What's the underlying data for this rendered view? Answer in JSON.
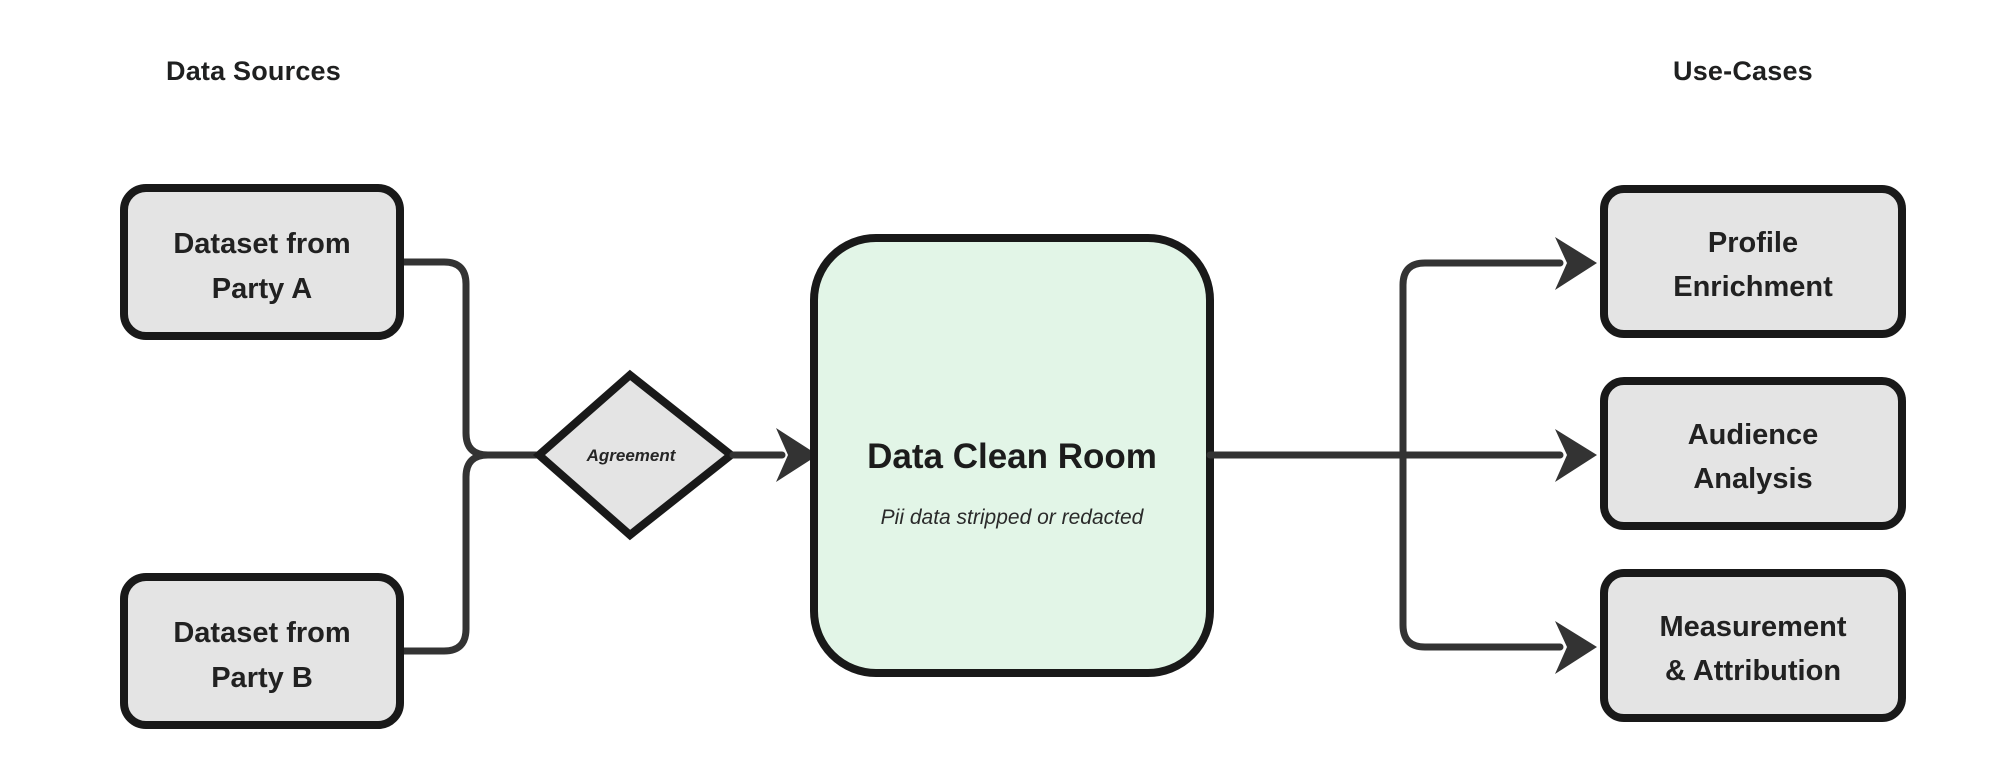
{
  "diagram": {
    "background_color": "#ffffff",
    "columns": [
      {
        "id": "data-sources",
        "label": "Data Sources"
      },
      {
        "id": "use-cases",
        "label": "Use-Cases"
      }
    ],
    "sources": [
      {
        "id": "party-a",
        "line1": "Dataset from",
        "line2": "Party A"
      },
      {
        "id": "party-b",
        "line1": "Dataset from",
        "line2": "Party B"
      }
    ],
    "gate": {
      "id": "agreement",
      "label": "Agreement"
    },
    "hub": {
      "id": "data-clean-room",
      "title": "Data Clean Room",
      "subtitle": "Pii data stripped or redacted",
      "fill_color": "#E2F5E7"
    },
    "use_cases": [
      {
        "id": "profile-enrichment",
        "line1": "Profile",
        "line2": "Enrichment"
      },
      {
        "id": "audience-analysis",
        "line1": "Audience",
        "line2": "Analysis"
      },
      {
        "id": "measurement-attribution",
        "line1": "Measurement",
        "line2": "& Attribution"
      }
    ],
    "colors": {
      "node_fill": "#E4E4E4",
      "node_stroke": "#191919",
      "edge_stroke": "#333333",
      "text": "#212121"
    }
  }
}
